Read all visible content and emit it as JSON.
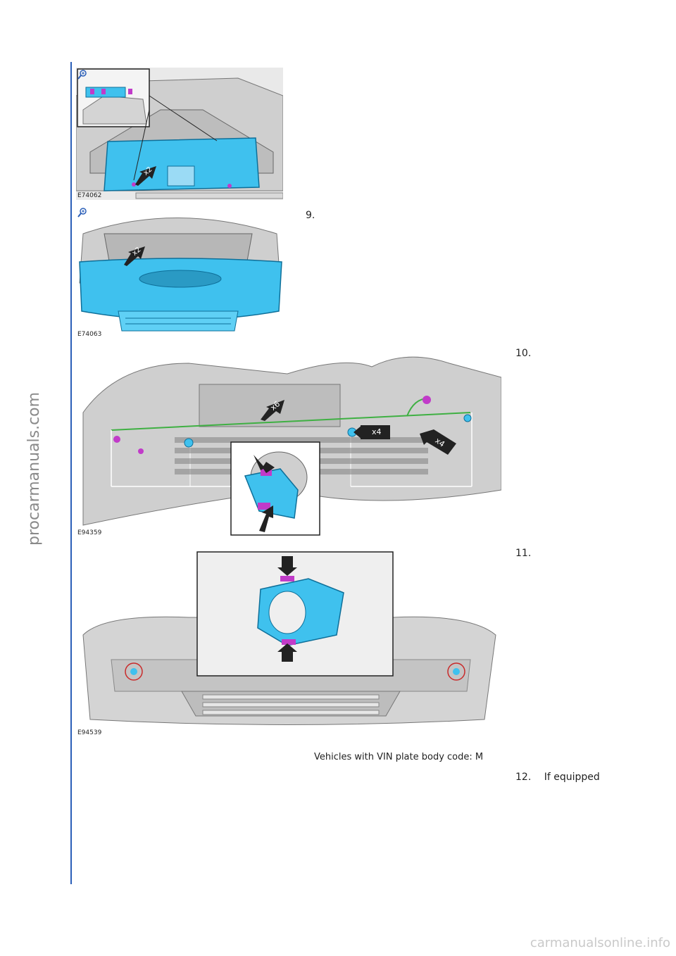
{
  "figures": [
    {
      "code": "E74062"
    },
    {
      "code": "E74063"
    },
    {
      "code": "E94359"
    },
    {
      "code": "E94539"
    }
  ],
  "callouts": [
    "x2",
    "x2",
    "x6",
    "x4",
    "x4"
  ],
  "steps": [
    {
      "num": "9.",
      "text": ""
    },
    {
      "num": "10.",
      "text": ""
    },
    {
      "num": "11.",
      "text": ""
    },
    {
      "num": "12.",
      "text": "If equipped"
    }
  ],
  "note": "Vehicles with VIN plate body code: M",
  "watermarks": {
    "left": "procarmanuals.com",
    "bottom": "carmanualsonline.info"
  },
  "colors": {
    "accent": "#2b5fb8",
    "part": "#2fb8e8",
    "clip": "#c13bc9",
    "arrow": "#222222"
  }
}
